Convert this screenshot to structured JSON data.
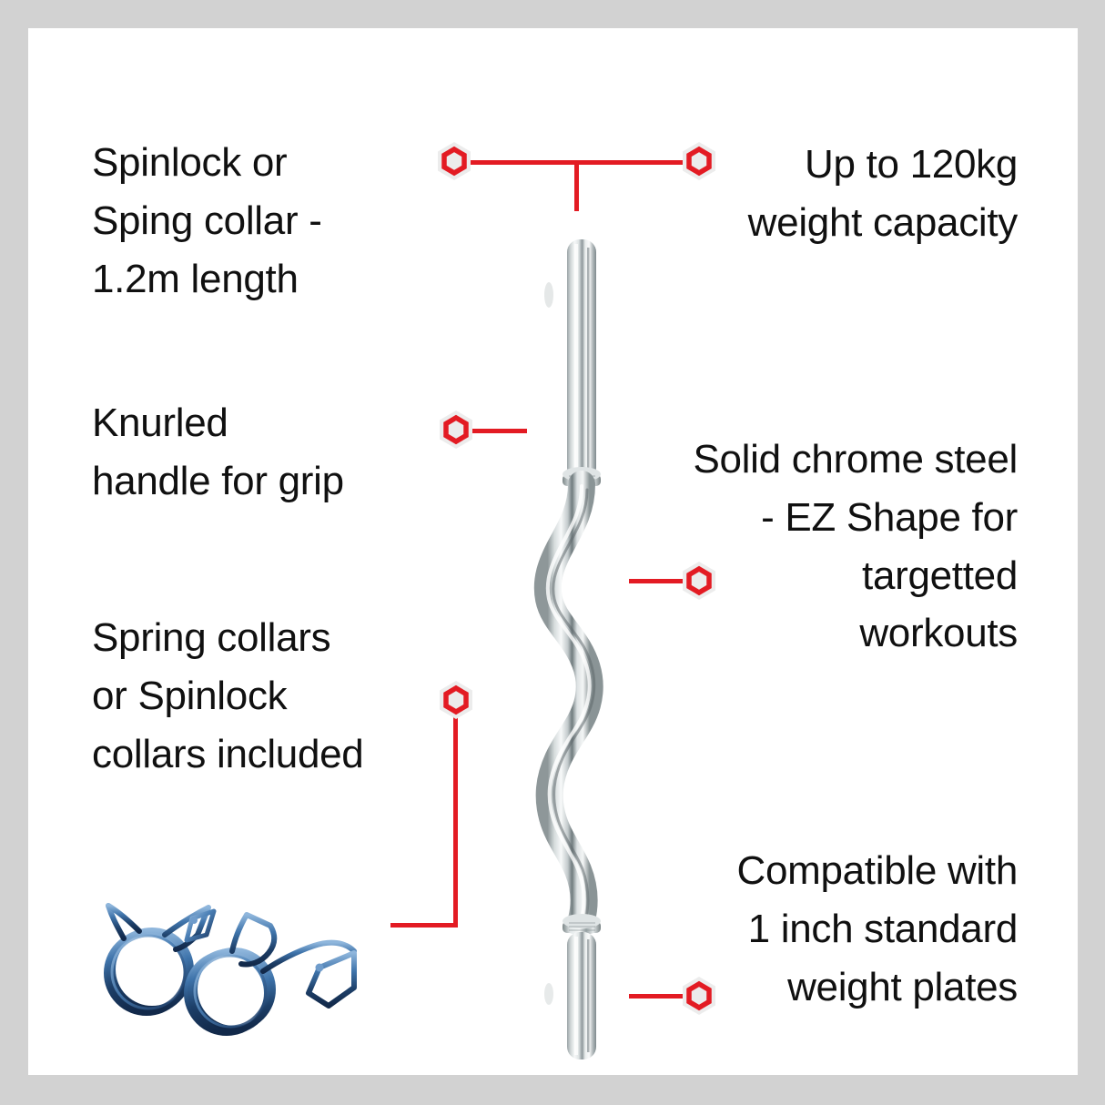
{
  "frame": {
    "border_color": "#d2d2d2",
    "canvas_color": "#ffffff"
  },
  "accent": {
    "line_color": "#e31b23",
    "marker_outline": "#e31b23",
    "marker_halo": "#e8e8e8",
    "text_color": "#101010",
    "bar_chrome_light": "#f2f4f4",
    "bar_chrome_mid": "#b9c0c2",
    "bar_chrome_dark": "#6d7678",
    "collar_blue_light": "#7fa7cf",
    "collar_blue_mid": "#3c6ea5",
    "collar_blue_dark": "#16365c"
  },
  "product": {
    "name": "EZ Curl Barbell",
    "image_name": "ez-curl-bar-chrome"
  },
  "callouts": [
    {
      "id": "spinlock",
      "text": "Spinlock or\nSping collar -\n1.2m length",
      "align": "left",
      "marker": "hex-marker"
    },
    {
      "id": "capacity",
      "text": "Up to 120kg\nweight capacity",
      "align": "right",
      "marker": "hex-marker"
    },
    {
      "id": "knurled",
      "text": "Knurled\nhandle for grip",
      "align": "left",
      "marker": "hex-marker"
    },
    {
      "id": "chrome",
      "text": "Solid chrome steel\n- EZ Shape for\ntargetted\nworkouts",
      "align": "right",
      "marker": "hex-marker"
    },
    {
      "id": "springs",
      "text": "Spring collars\nor Spinlock\ncollars included",
      "align": "left",
      "marker": "hex-marker"
    },
    {
      "id": "plates",
      "text": "Compatible with\n1 inch standard\nweight plates",
      "align": "right",
      "marker": "hex-marker"
    }
  ],
  "images": {
    "spring_collars": "spring-collars-blue-steel",
    "barbell": "ez-curl-bar"
  }
}
